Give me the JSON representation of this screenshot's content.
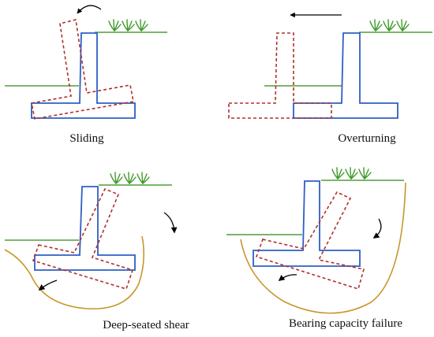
{
  "panels": [
    {
      "id": "sliding",
      "caption": "Sliding"
    },
    {
      "id": "overturning",
      "caption": "Overturning"
    },
    {
      "id": "deep-seated-shear",
      "caption": "Deep-seated shear"
    },
    {
      "id": "bearing-capacity-failure",
      "caption": "Bearing capacity failure"
    }
  ],
  "colors": {
    "wall": "#2f5ec4",
    "failed_position": "#b0302a",
    "ground_line": "#4f9d3a",
    "grass": "#3f9a2a",
    "slip_surface": "#c8962a",
    "arrow": "#000000"
  },
  "icons": {
    "rotation_arrow": "curved-arrow-icon",
    "translation_arrow": "straight-arrow-icon",
    "grass": "grass-tuft-icon"
  }
}
